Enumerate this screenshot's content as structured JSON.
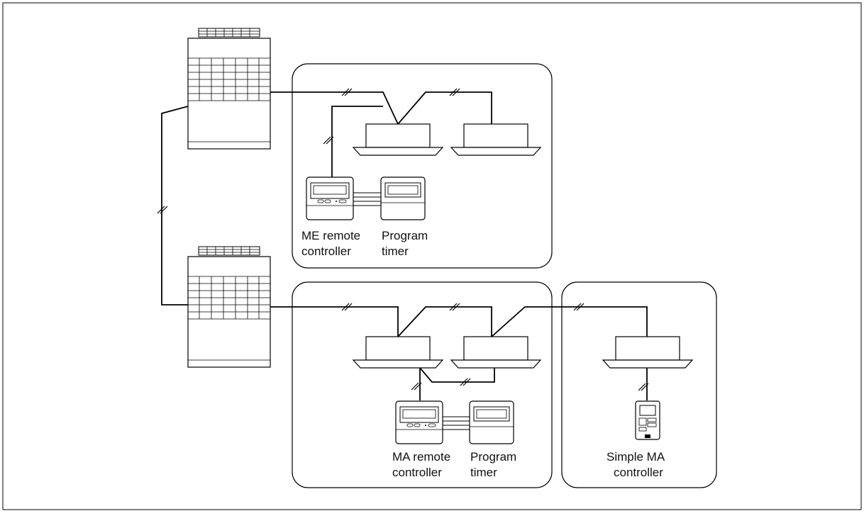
{
  "labels": {
    "me_remote_line1": "ME remote",
    "me_remote_line2": "controller",
    "program_timer_1_line1": "Program",
    "program_timer_1_line2": "timer",
    "ma_remote_line1": "MA remote",
    "ma_remote_line2": "controller",
    "program_timer_2_line1": "Program",
    "program_timer_2_line2": "timer",
    "simple_ma_line1": "Simple MA",
    "simple_ma_line2": "controller"
  },
  "colors": {
    "line": "#000000",
    "background": "#ffffff"
  }
}
